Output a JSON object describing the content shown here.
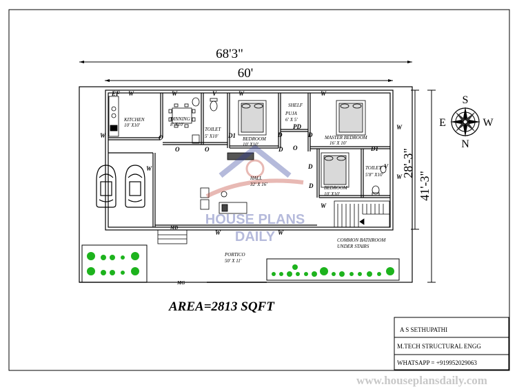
{
  "dimensions": {
    "overall_width": "68'3\"",
    "inner_width": "60'",
    "right_inner": "28'-3\"",
    "right_outer": "41'-3\""
  },
  "compass": {
    "n": "N",
    "s": "S",
    "e": "E",
    "w": "W"
  },
  "rooms": {
    "kitchen": {
      "name": "KITCHEN",
      "size": "10' X10'"
    },
    "dining": {
      "name": "DINNING",
      "size": "8' X10'"
    },
    "toilet1": {
      "name": "TOILET",
      "size": "5' X10'"
    },
    "bedroom1": {
      "name": "BEDROOM",
      "size": "10' X10'"
    },
    "shelf": "SHELF",
    "puja": {
      "name": "PUJA",
      "size": "6' X 5'"
    },
    "master": {
      "name": "MASTER BEDROOM",
      "size": "16' X 10'"
    },
    "bedroom2": {
      "name": "BEDROOM",
      "size": "10' X10'"
    },
    "toilet2": {
      "name": "TOILET",
      "size": "5'8\" X10'"
    },
    "hall": {
      "name": "HALL",
      "size": "32' X 16'"
    },
    "portico": {
      "name": "PORTICO",
      "size": "50' X 11'"
    },
    "common": {
      "line1": "COMMON BATHROOM",
      "line2": "UNDER STAIRS"
    }
  },
  "marks": {
    "ef": "EF",
    "w": "W",
    "v": "V",
    "d": "D",
    "d1": "D1",
    "o": "O",
    "pd": "PD",
    "md": "MD",
    "mg": "MG"
  },
  "watermark": {
    "line1": "HOUSE PLANS",
    "line2": "DAILY"
  },
  "area": "AREA=2813 SQFT",
  "title_block": {
    "name": "A S SETHUPATHI",
    "qualification": "M.TECH STRUCTURAL ENGG",
    "whatsapp": "WHATSAPP = +919952029063"
  },
  "website": "www.houseplansdaily.com"
}
